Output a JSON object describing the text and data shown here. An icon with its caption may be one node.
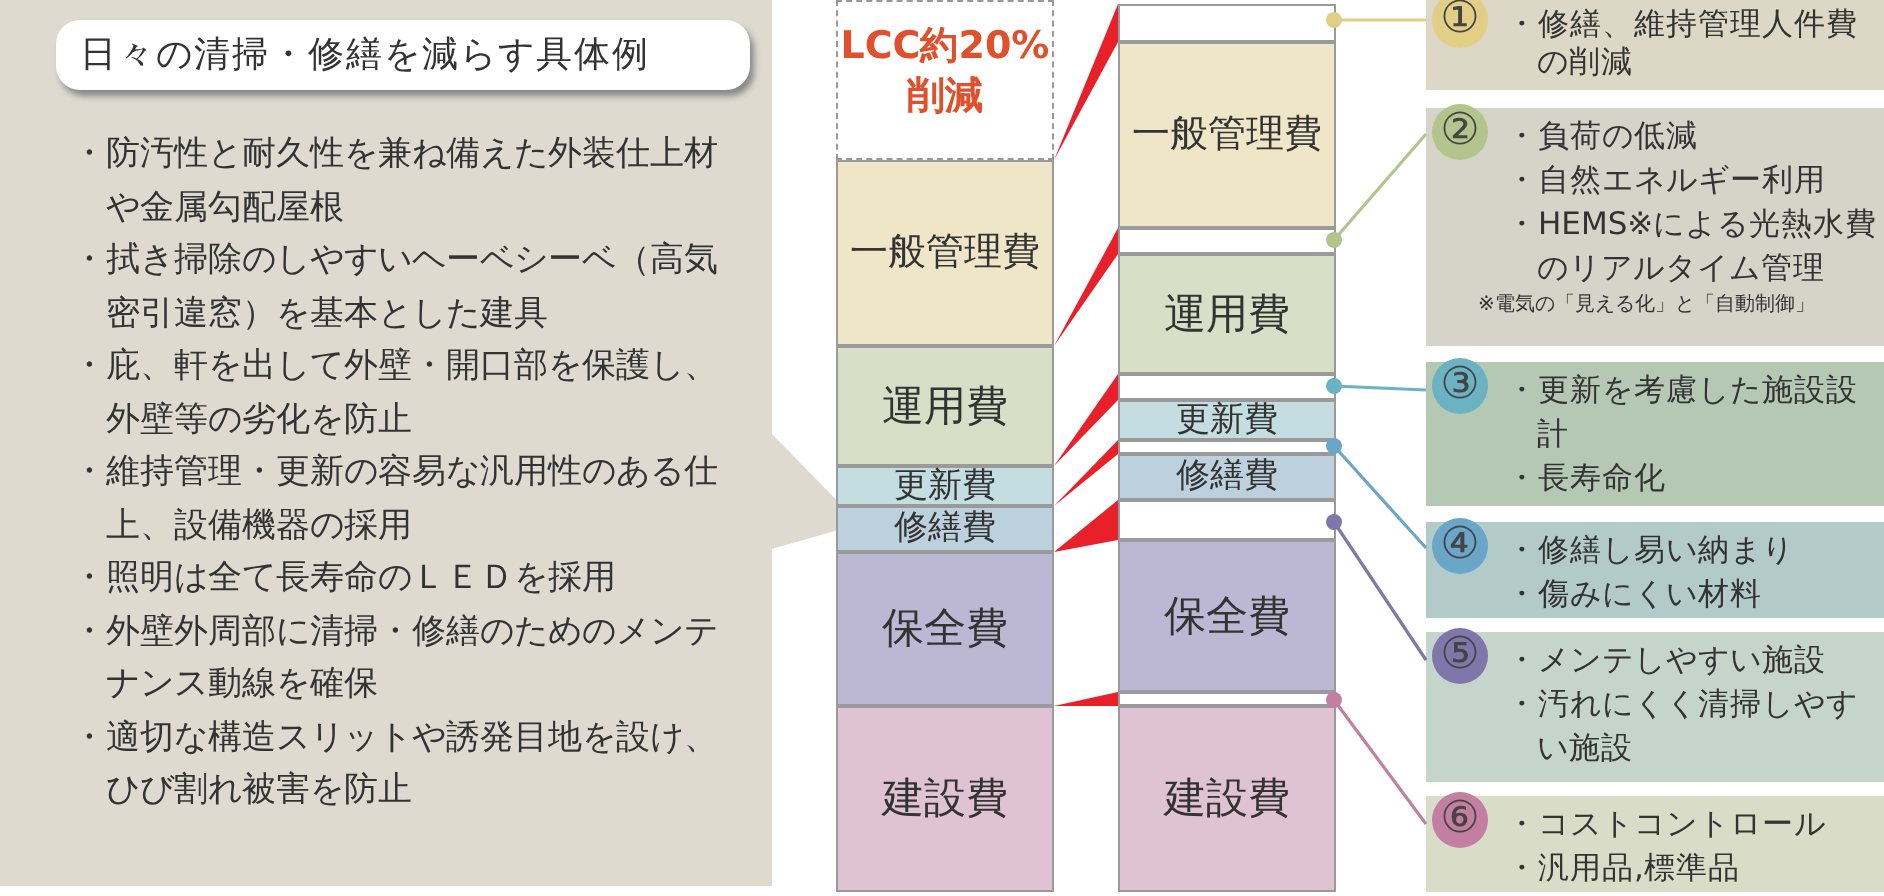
{
  "diagram": {
    "nodes": [
      {
        "text": [
          "日々の清掃・修繕を減らす具体例",
          "・防汚性と耐久性を兼ね備えた外装仕上材や金属勾配屋根",
          "・拭き掃除のしやすいヘーベシーベ（高気密引違窓）を基本とした建具",
          "・庇、軒を出して外壁・開口部を保護し、外壁等の劣化を防止",
          "・維持管理・更新の容易な汎用性のある仕上、設備機器の採用",
          "・照明は全て長寿命のＬＥＤを採用",
          "・外壁外周部に清掃・修繕のためのメンテナンス動線を確保",
          "・適切な構造スリットや誘発目地を設け、ひび割れ被害を防止"
        ]
      },
      {
        "text": [
          "LCC約20% 削減"
        ]
      },
      {
        "text": [
          "一般管理費"
        ]
      },
      {
        "text": [
          "運用費"
        ]
      },
      {
        "text": [
          "更新費"
        ]
      },
      {
        "text": [
          "修繕費"
        ]
      },
      {
        "text": [
          "保全費"
        ]
      },
      {
        "text": [
          "建設費"
        ]
      },
      {
        "text": [],
        "shape": "box"
      },
      {
        "text": [
          "一般管理費"
        ]
      },
      {
        "text": [],
        "shape": "box"
      },
      {
        "text": [
          "運用費"
        ]
      },
      {
        "text": [],
        "shape": "box"
      },
      {
        "text": [
          "更新費"
        ]
      },
      {
        "text": [],
        "shape": "box"
      },
      {
        "text": [
          "修繕費"
        ]
      },
      {
        "text": [],
        "shape": "box"
      },
      {
        "text": [
          "保全費"
        ]
      },
      {
        "text": [],
        "shape": "box"
      },
      {
        "text": [
          "建設費"
        ]
      },
      {
        "text": [
          "①",
          "・修繕、維持管理人件費の削減"
        ]
      },
      {
        "text": [
          "②",
          "・負荷の低減",
          "・自然エネルギー利用",
          "・HEMS※による光熱水費のリアルタイム管理",
          "※電気の「見える化」と「自動制御」"
        ]
      },
      {
        "text": [
          "③",
          "・更新を考慮した施設設計",
          "・長寿命化"
        ]
      },
      {
        "text": [
          "④",
          "・修繕し易い納まり",
          "・傷みにくい材料"
        ]
      },
      {
        "text": [
          "⑤",
          "・メンテしやすい施設",
          "・汚れにくく清掃しやすい施設"
        ]
      },
      {
        "text": [
          "⑥",
          "・コストコントロール",
          "・汎用品,標準品"
        ]
      }
    ],
    "edges": [
      {
        "from": 8,
        "to": 20,
        "arrow": "other",
        "color": "#e2cf85"
      },
      {
        "from": 10,
        "to": 21,
        "arrow": "other",
        "color": "#b3c48d"
      },
      {
        "from": 12,
        "to": 22,
        "arrow": "other",
        "color": "#6bb3c3"
      },
      {
        "from": 14,
        "to": 23,
        "arrow": "other",
        "color": "#6aa6c8"
      },
      {
        "from": 16,
        "to": 24,
        "arrow": "other",
        "color": "#7f76a9"
      },
      {
        "from": 18,
        "to": 25,
        "arrow": "other",
        "color": "#c27fa2"
      }
    ]
  }
}
